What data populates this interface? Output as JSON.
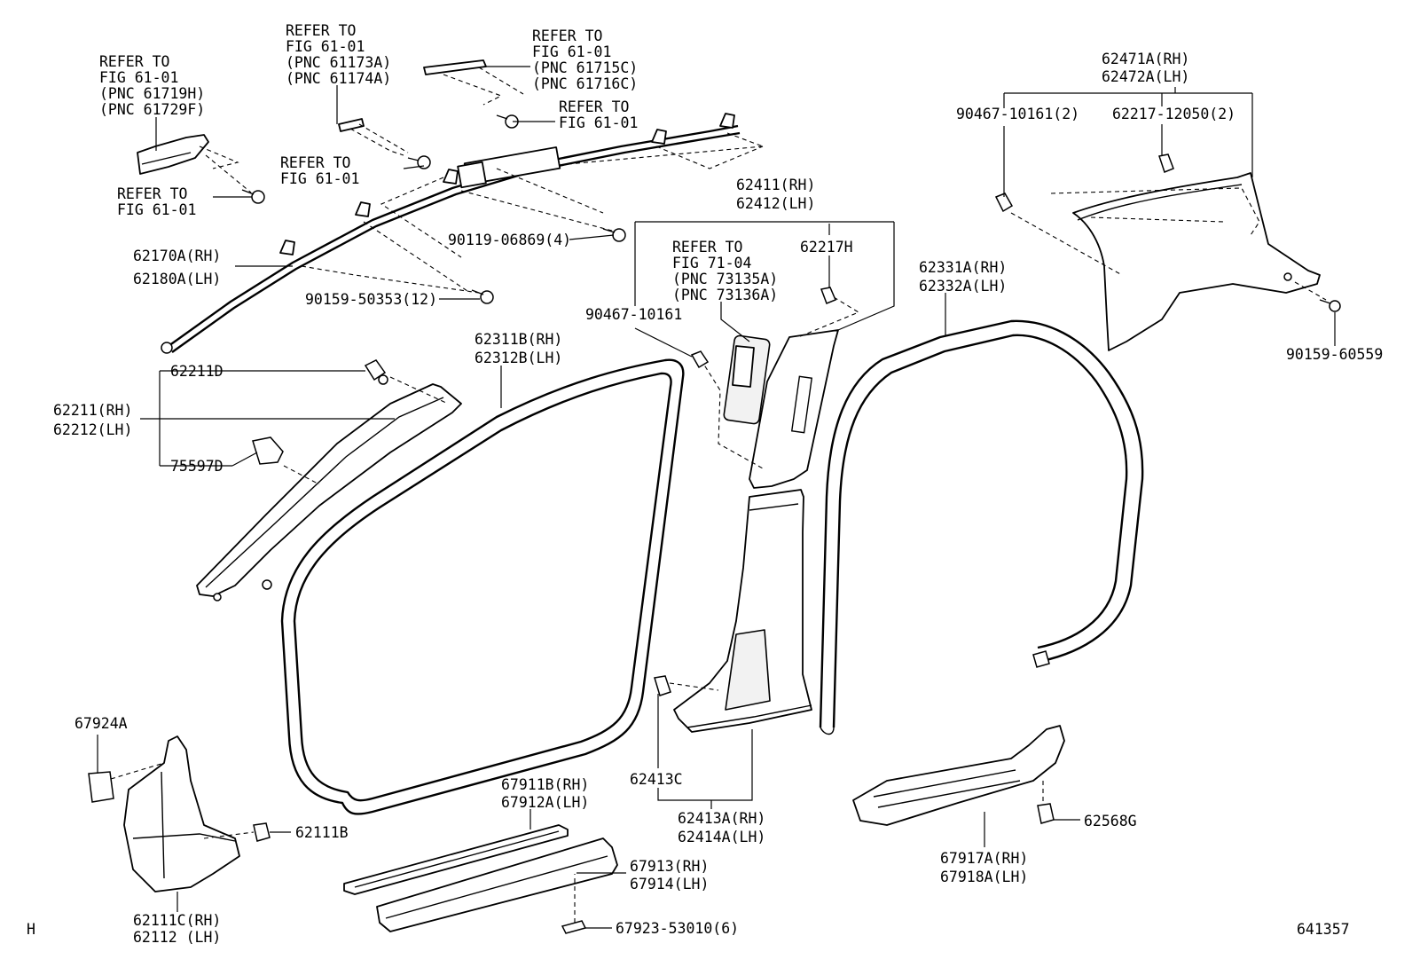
{
  "labels": {
    "ref_61719h_1": "REFER TO",
    "ref_61719h_2": "FIG 61-01",
    "ref_61719h_3": "(PNC 61719H)",
    "ref_61719h_4": "(PNC 61729F)",
    "ref_61173a_1": "REFER TO",
    "ref_61173a_2": "FIG 61-01",
    "ref_61173a_3": "(PNC 61173A)",
    "ref_61173a_4": "(PNC 61174A)",
    "ref_61715c_1": "REFER TO",
    "ref_61715c_2": "FIG 61-01",
    "ref_61715c_3": "(PNC 61715C)",
    "ref_61715c_4": "(PNC 61716C)",
    "ref_bolt_top_1": "REFER TO",
    "ref_bolt_top_2": "FIG 61-01",
    "ref_mid_1": "REFER TO",
    "ref_mid_2": "FIG 61-01",
    "ref_left_1": "REFER TO",
    "ref_left_2": "FIG 61-01",
    "ref_71_1": "REFER TO",
    "ref_71_2": "FIG 71-04",
    "ref_71_3": "(PNC 73135A)",
    "ref_71_4": "(PNC 73136A)",
    "p62170a": "62170A(RH)",
    "p62180a": "62180A(LH)",
    "p90119": "90119-06869(4)",
    "p90159_50353": "90159-50353(12)",
    "p62211d": "62211D",
    "p62211": "62211(RH)",
    "p62212": "62212(LH)",
    "p75597d": "75597D",
    "p62311b": "62311B(RH)",
    "p62312b": "62312B(LH)",
    "p62411": "62411(RH)",
    "p62412": "62412(LH)",
    "p62217h": "62217H",
    "p90467_a": "90467-10161",
    "p62471a": "62471A(RH)",
    "p62472a": "62472A(LH)",
    "p90467_b": "90467-10161(2)",
    "p62217_12050": "62217-12050(2)",
    "p90159_60559": "90159-60559",
    "p62331a": "62331A(RH)",
    "p62332a": "62332A(LH)",
    "p62413c": "62413C",
    "p62413a": "62413A(RH)",
    "p62414a": "62414A(LH)",
    "p67924a": "67924A",
    "p62111b": "62111B",
    "p62111c": "62111C(RH)",
    "p62112": "62112 (LH)",
    "p67911b": "67911B(RH)",
    "p67912a": "67912A(LH)",
    "p67913": "67913(RH)",
    "p67914": "67914(LH)",
    "p67923": "67923-53010(6)",
    "p67917a": "67917A(RH)",
    "p67918a": "67918A(LH)",
    "p62568g": "62568G",
    "corner_left": "H",
    "corner_right": "641357"
  }
}
